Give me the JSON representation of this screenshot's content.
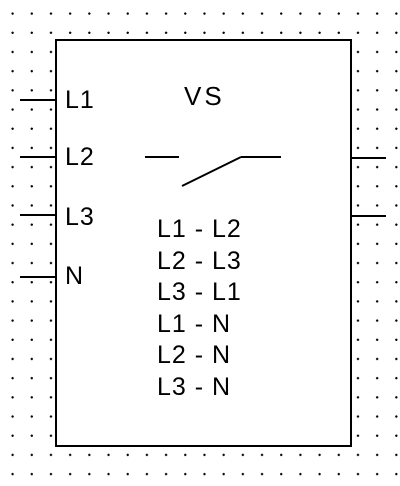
{
  "block": {
    "title": "VS",
    "inputs": [
      {
        "label": "L1"
      },
      {
        "label": "L2"
      },
      {
        "label": "L3"
      },
      {
        "label": "N"
      }
    ],
    "outputs": 2,
    "combinations": [
      "L1 - L2",
      "L2 - L3",
      "L3 - L1",
      "L1 - N",
      "L2 - N",
      "L3 - N"
    ]
  },
  "colors": {
    "line": "#000000",
    "background": "#ffffff",
    "grid_dots": "#000000"
  },
  "icon": "switch-contact-icon"
}
